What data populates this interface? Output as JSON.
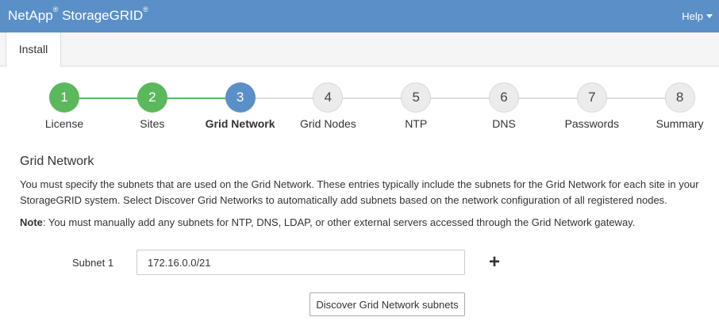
{
  "header": {
    "brand_netapp": "NetApp",
    "brand_reg": "®",
    "brand_product": " StorageGRID",
    "help_label": "Help"
  },
  "tabs": [
    {
      "label": "Install"
    }
  ],
  "wizard": {
    "steps": [
      {
        "number": "1",
        "label": "License",
        "state": "done"
      },
      {
        "number": "2",
        "label": "Sites",
        "state": "done"
      },
      {
        "number": "3",
        "label": "Grid Network",
        "state": "active"
      },
      {
        "number": "4",
        "label": "Grid Nodes",
        "state": "todo"
      },
      {
        "number": "5",
        "label": "NTP",
        "state": "todo"
      },
      {
        "number": "6",
        "label": "DNS",
        "state": "todo"
      },
      {
        "number": "7",
        "label": "Passwords",
        "state": "todo"
      },
      {
        "number": "8",
        "label": "Summary",
        "state": "todo"
      }
    ]
  },
  "main": {
    "title": "Grid Network",
    "description": "You must specify the subnets that are used on the Grid Network. These entries typically include the subnets for the Grid Network for each site in your StorageGRID system. Select Discover Grid Networks to automatically add subnets based on the network configuration of all registered nodes.",
    "note_label": "Note",
    "note_text": ": You must manually add any subnets for NTP, DNS, LDAP, or other external servers accessed through the Grid Network gateway.",
    "subnet_label": "Subnet 1",
    "subnet_value": "172.16.0.0/21",
    "add_icon": "plus-icon",
    "discover_button": "Discover Grid Network subnets"
  },
  "colors": {
    "header_bg": "#5b8fc7",
    "step_done": "#5cb85c",
    "step_active": "#5b8fc7",
    "step_todo": "#ececec"
  }
}
